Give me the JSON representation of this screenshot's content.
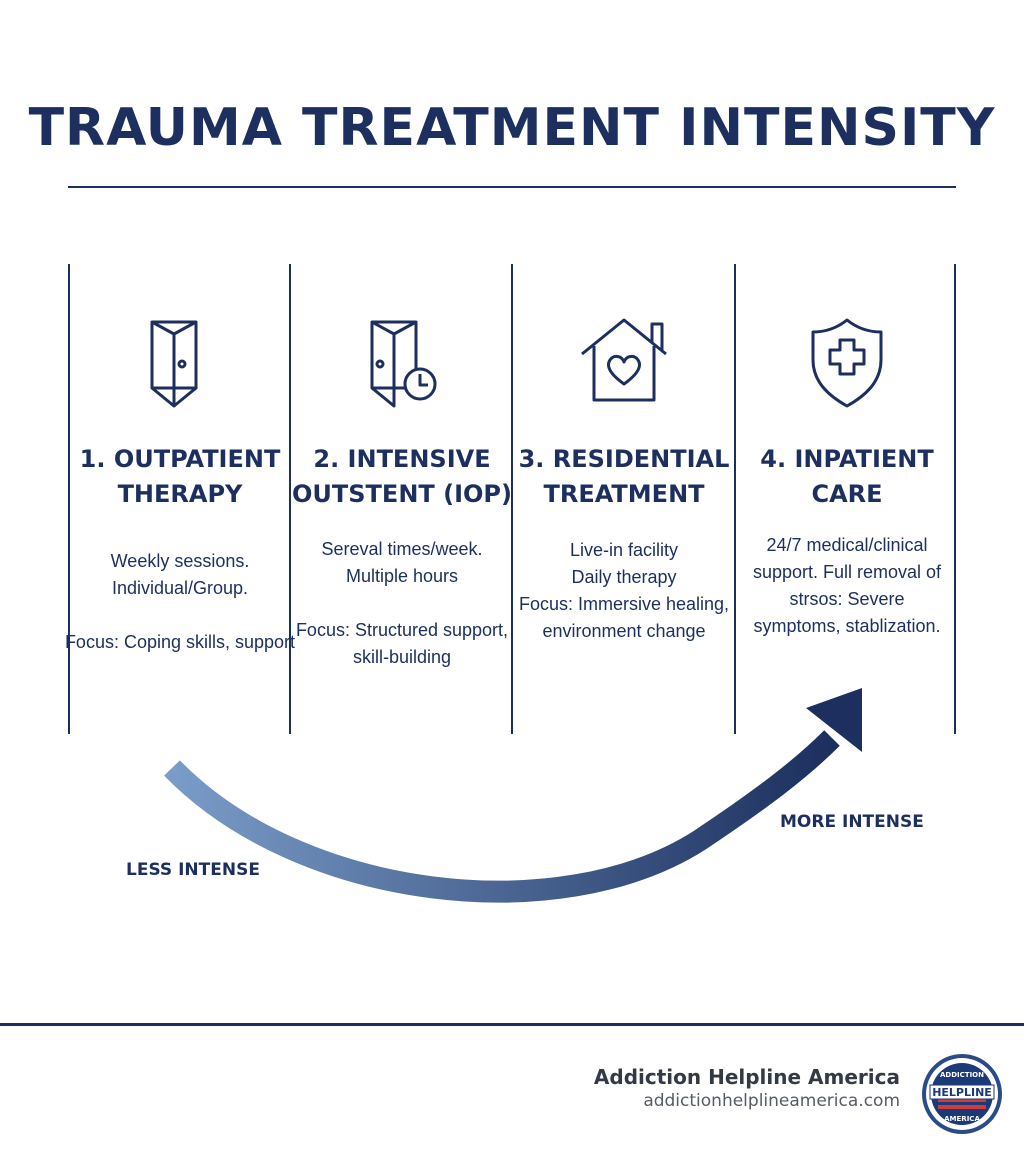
{
  "title": "TRAUMA TREATMENT INTENSITY",
  "stages": [
    {
      "title": "1. OUTPATIENT\nTHERAPY",
      "description": "Weekly sessions.\nIndividual/Group.\n\nFocus: Coping skills, support",
      "icon": "door-icon"
    },
    {
      "title": "2. INTENSIVE\nOUTSTENT (IOP)",
      "description": "Sereval times/week.\nMultiple hours\n\nFocus: Structured support,\nskill-building",
      "icon": "door-clock-icon"
    },
    {
      "title": "3. RESIDENTIAL\nTREATMENT",
      "description": "Live-in facility\nDaily therapy\nFocus: Immersive healing,\nenvironment change",
      "icon": "house-heart-icon"
    },
    {
      "title": "4. INPATIENT\nCARE",
      "description": "24/7 medical/clinical\nsupport. Full removal of\nstrsos: Severe\nsymptoms, stablization.",
      "icon": "shield-cross-icon"
    }
  ],
  "scale": {
    "low_label": "LESS INTENSE",
    "high_label": "MORE INTENSE"
  },
  "footer": {
    "brand": "Addiction Helpline America",
    "url": "addictionhelplineamerica.com",
    "logo_text": "HELPLINE",
    "logo_top_text": "ADDICTION",
    "logo_bottom_text": "AMERICA"
  },
  "colors": {
    "navy": "#1c2f5e",
    "arrow_light": "#7a9cc8",
    "arrow_dark": "#1c2f5e"
  }
}
